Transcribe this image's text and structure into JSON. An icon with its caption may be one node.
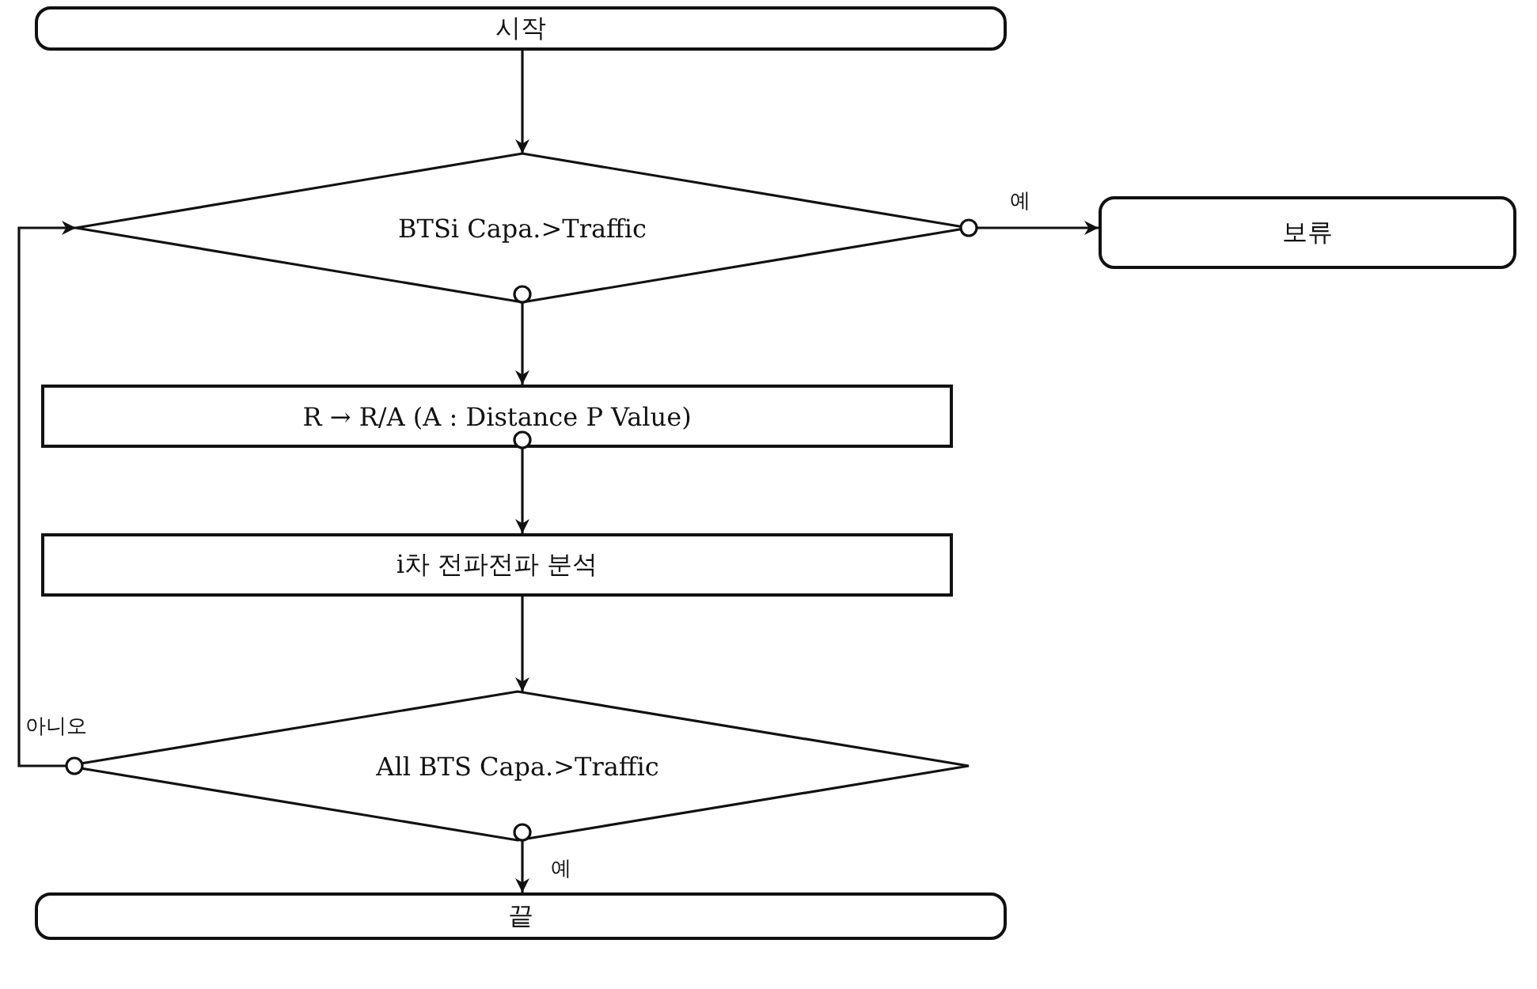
{
  "diagram": {
    "nodes": [
      {
        "text": [
          "시작"
        ]
      },
      {
        "text": [
          "BTSi Capa.>Traffic"
        ]
      },
      {
        "text": [
          "보류"
        ]
      },
      {
        "text": [
          "R → R/A (A : Distance P Value)"
        ]
      },
      {
        "text": [
          "i차 전파전파 분석"
        ]
      },
      {
        "text": [
          "All BTS Capa.>Traffic"
        ]
      },
      {
        "text": [
          "끝"
        ]
      }
    ],
    "edges": [
      {
        "from": 0,
        "to": 1,
        "arrow": "to"
      },
      {
        "from": 1,
        "to": 2,
        "arrow": "to",
        "label": "예"
      },
      {
        "from": 1,
        "to": 3,
        "arrow": "to"
      },
      {
        "from": 3,
        "to": 4,
        "arrow": "to"
      },
      {
        "from": 4,
        "to": 5,
        "arrow": "to"
      },
      {
        "from": 5,
        "to": 6,
        "arrow": "to",
        "label": "예"
      },
      {
        "from": 5,
        "to": 1,
        "arrow": "to",
        "label": "아니오"
      }
    ]
  }
}
